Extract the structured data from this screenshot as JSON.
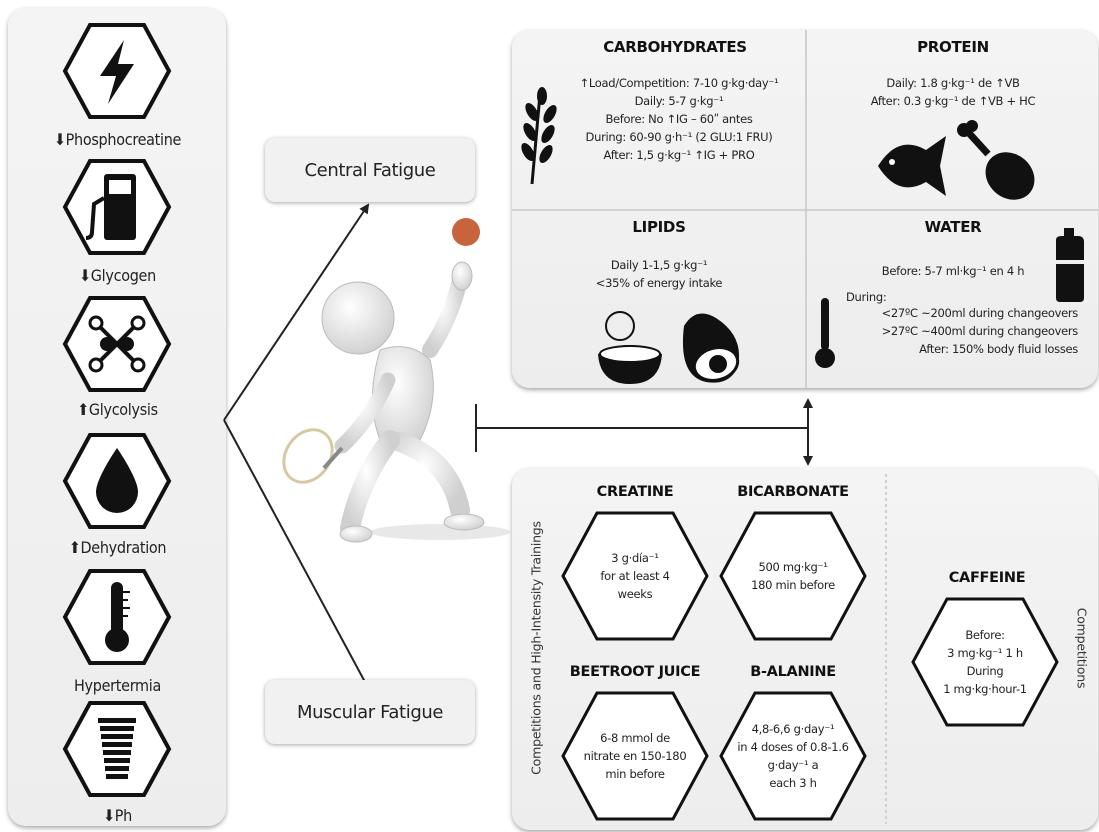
{
  "indicators": [
    {
      "label": "⬇Phosphocreatine",
      "icon": "lightning-bolt-icon"
    },
    {
      "label": "⬇Glycogen",
      "icon": "fuel-pump-icon"
    },
    {
      "label": "⬆Glycolysis",
      "icon": "molecule-icon"
    },
    {
      "label": "⬆Dehydration",
      "icon": "water-drop-icon"
    },
    {
      "label": "Hypertermia",
      "icon": "thermometer-icon"
    },
    {
      "label": "⬇Ph",
      "icon": "ph-scale-icon"
    }
  ],
  "fatigue": {
    "central": "Central Fatigue",
    "muscular": "Muscular Fatigue"
  },
  "nutrition": {
    "carbohydrates": {
      "title": "CARBOHYDRATES",
      "lines": [
        "↑Load/Competition:  7-10  g·kg·day⁻¹",
        "Daily:  5-7  g·kg⁻¹",
        "Before:  No  ↑IG  –  60ʺ  antes",
        "During:  60-90  g·h⁻¹ (2 GLU:1 FRU)",
        "After:  1,5  g·kg⁻¹  ↑IG  +  PRO"
      ]
    },
    "protein": {
      "title": "PROTEIN",
      "lines": [
        "Daily:  1.8  g·kg⁻¹ de  ↑VB",
        "After:  0.3  g·kg⁻¹ de  ↑VB + HC"
      ]
    },
    "lipids": {
      "title": "LIPIDS",
      "lines": [
        "Daily  1-1,5  g·kg⁻¹",
        "<35%  of  energy intake"
      ]
    },
    "water": {
      "title": "WATER",
      "before": "Before:  5-7  ml·kg⁻¹  en  4 h",
      "during_label": "During:",
      "lines": [
        "<27ºC  ~200ml  during  changeovers",
        ">27ºC  ~400ml  during  changeovers",
        "After:  150%  body  fluid  losses"
      ]
    }
  },
  "supplements": {
    "side_label_left": "Competitions and High-Intensity Trainings",
    "side_label_right": "Competitions",
    "items": [
      {
        "title": "CREATINE",
        "lines": [
          "3  g·día⁻¹",
          "for  at least  4",
          "weeks"
        ]
      },
      {
        "title": "BICARBONATE",
        "lines": [
          "500  mg·kg⁻¹",
          "180  min  before"
        ]
      },
      {
        "title": "BEETROOT  JUICE",
        "lines": [
          "6-8  mmol  de",
          "nitrate  en  150-180",
          "min  before"
        ]
      },
      {
        "title": "Β-ALANINE",
        "lines": [
          "4,8-6,6  g·day⁻¹",
          "in  4 doses  of  0.8-1.6",
          "g·day⁻¹ a",
          "each  3  h"
        ]
      },
      {
        "title": "CAFFEINE",
        "lines": [
          "Before:",
          "3  mg·kg⁻¹ 1 h",
          "During",
          "1 mg·kg·hour-1"
        ]
      }
    ]
  },
  "colors": {
    "panel_bg": "#efefef",
    "icon_fill": "#111111",
    "line": "#222222"
  }
}
